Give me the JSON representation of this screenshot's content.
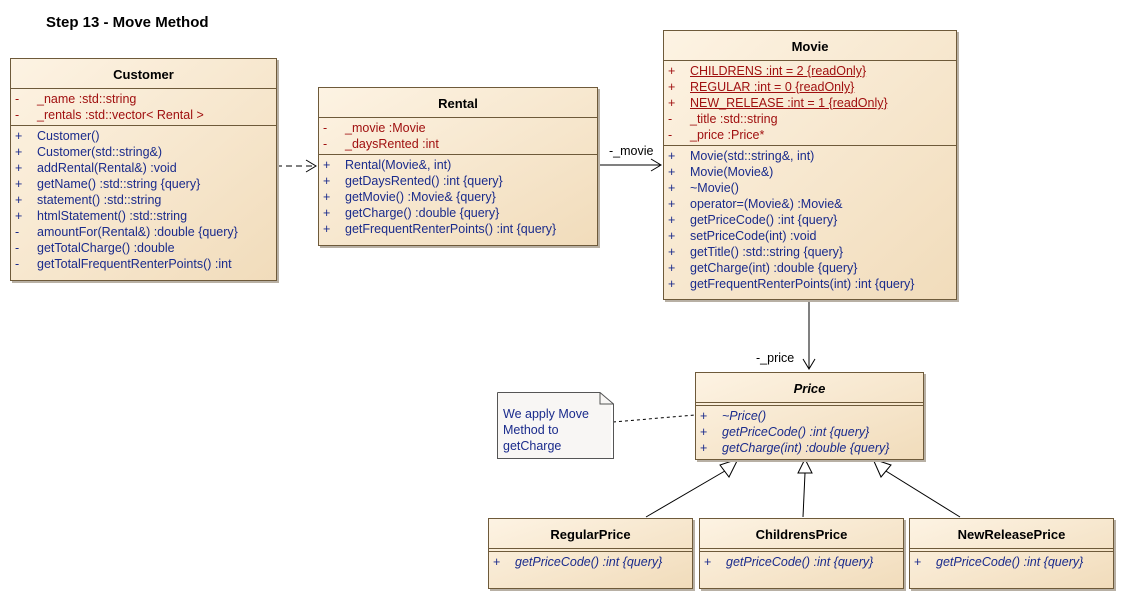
{
  "title": "Step 13 - Move Method",
  "classes": {
    "customer": {
      "name": "Customer",
      "attributes": [
        {
          "vis": "-",
          "text": "_name  :std::string"
        },
        {
          "vis": "-",
          "text": "_rentals  :std::vector< Rental >"
        }
      ],
      "operations": [
        {
          "vis": "+",
          "text": "Customer()"
        },
        {
          "vis": "+",
          "text": "Customer(std::string&)"
        },
        {
          "vis": "+",
          "text": "addRental(Rental&)  :void"
        },
        {
          "vis": "+",
          "text": "getName()  :std::string {query}"
        },
        {
          "vis": "+",
          "text": "statement()  :std::string"
        },
        {
          "vis": "+",
          "text": "htmlStatement()  :std::string"
        },
        {
          "vis": "-",
          "text": "amountFor(Rental&)  :double {query}"
        },
        {
          "vis": "-",
          "text": "getTotalCharge()  :double"
        },
        {
          "vis": "-",
          "text": "getTotalFrequentRenterPoints()  :int"
        }
      ]
    },
    "rental": {
      "name": "Rental",
      "attributes": [
        {
          "vis": "-",
          "text": "_movie  :Movie"
        },
        {
          "vis": "-",
          "text": "_daysRented  :int"
        }
      ],
      "operations": [
        {
          "vis": "+",
          "text": "Rental(Movie&, int)"
        },
        {
          "vis": "+",
          "text": "getDaysRented()  :int {query}"
        },
        {
          "vis": "+",
          "text": "getMovie()  :Movie& {query}"
        },
        {
          "vis": "+",
          "text": "getCharge()  :double {query}"
        },
        {
          "vis": "+",
          "text": "getFrequentRenterPoints()  :int {query}"
        }
      ]
    },
    "movie": {
      "name": "Movie",
      "attributes": [
        {
          "vis": "+",
          "text": "CHILDRENS  :int = 2 {readOnly}"
        },
        {
          "vis": "+",
          "text": "REGULAR  :int = 0 {readOnly}"
        },
        {
          "vis": "+",
          "text": "NEW_RELEASE  :int = 1 {readOnly}"
        },
        {
          "vis": "-",
          "text": "_title  :std::string"
        },
        {
          "vis": "-",
          "text": "_price  :Price*"
        }
      ],
      "operations": [
        {
          "vis": "+",
          "text": "Movie(std::string&, int)"
        },
        {
          "vis": "+",
          "text": "Movie(Movie&)"
        },
        {
          "vis": "+",
          "text": "~Movie()"
        },
        {
          "vis": "+",
          "text": "operator=(Movie&)  :Movie&"
        },
        {
          "vis": "+",
          "text": "getPriceCode()  :int {query}"
        },
        {
          "vis": "+",
          "text": "setPriceCode(int)  :void"
        },
        {
          "vis": "+",
          "text": "getTitle()  :std::string {query}"
        },
        {
          "vis": "+",
          "text": "getCharge(int)  :double {query}"
        },
        {
          "vis": "+",
          "text": "getFrequentRenterPoints(int)  :int {query}"
        }
      ]
    },
    "price": {
      "name": "Price",
      "operations": [
        {
          "vis": "+",
          "text": "~Price()"
        },
        {
          "vis": "+",
          "text": "getPriceCode()  :int {query}"
        },
        {
          "vis": "+",
          "text": "getCharge(int)  :double {query}"
        }
      ]
    },
    "regular": {
      "name": "RegularPrice",
      "operations": [
        {
          "vis": "+",
          "text": "getPriceCode()  :int {query}"
        }
      ]
    },
    "childrens": {
      "name": "ChildrensPrice",
      "operations": [
        {
          "vis": "+",
          "text": "getPriceCode()  :int {query}"
        }
      ]
    },
    "newrelease": {
      "name": "NewReleasePrice",
      "operations": [
        {
          "vis": "+",
          "text": "getPriceCode()  :int {query}"
        }
      ]
    }
  },
  "labels": {
    "movie_role": "-_movie",
    "price_role": "-_price"
  },
  "note": "We apply Move\nMethod to\ngetCharge"
}
